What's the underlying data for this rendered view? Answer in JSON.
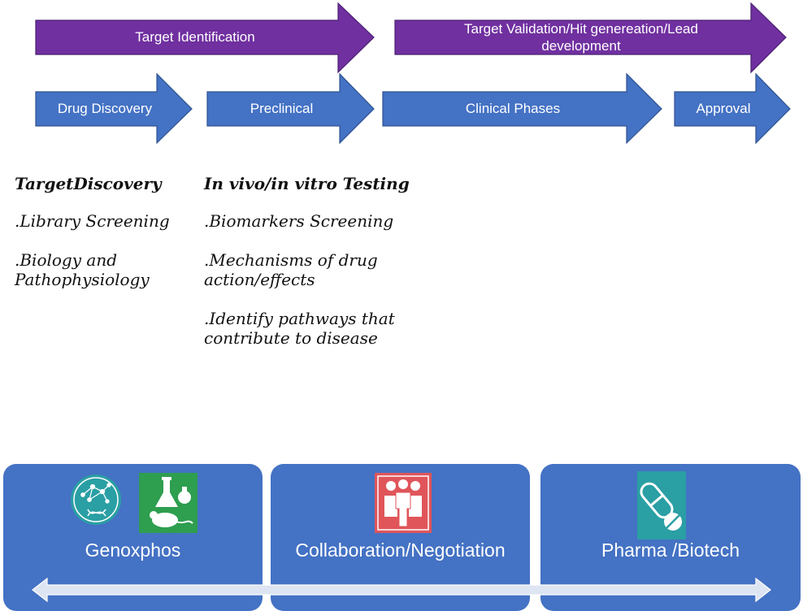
{
  "top_row": {
    "target_identification": "Target Identification",
    "target_validation": "Target Validation/Hit genereation/Lead development"
  },
  "stages": [
    "Drug Discovery",
    "Preclinical",
    "Clinical Phases",
    "Approval"
  ],
  "discovery_notes": {
    "heading": "TargetDiscovery",
    "items": [
      ".Library Screening",
      ".Biology and Pathophysiology"
    ]
  },
  "preclinical_notes": {
    "heading": "In vivo/in vitro Testing",
    "items": [
      ".Biomarkers Screening",
      ".Mechanisms of drug action/effects",
      ".Identify pathways that contribute to disease"
    ]
  },
  "panels": [
    "Genoxphos",
    "Collaboration/Negotiation",
    "Pharma /Biotech"
  ],
  "icons": [
    "dna-network-icon",
    "lab-mouse-icon",
    "team-people-icon",
    "pill-icon"
  ],
  "colors": {
    "purple": "#7030a0",
    "blue": "#4472c4",
    "teal": "#2a9fa4",
    "green": "#2e9e4f",
    "red": "#e0555a"
  }
}
